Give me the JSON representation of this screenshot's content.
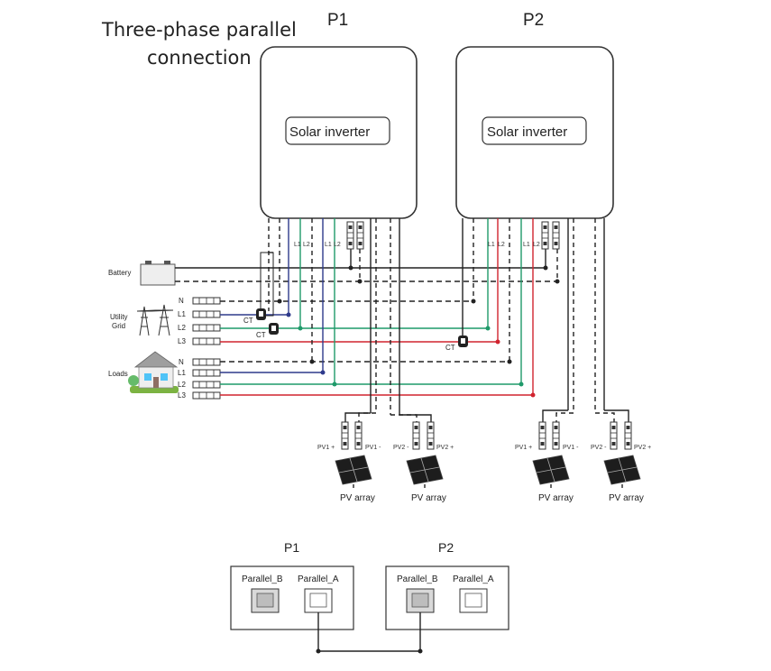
{
  "title_line1": "Three-phase parallel",
  "title_line2": "connection",
  "inverters": [
    {
      "heading": "P1",
      "label": "Solar inverter"
    },
    {
      "heading": "P2",
      "label": "Solar inverter"
    }
  ],
  "inverter_terminal_labels": [
    "L1",
    "L2",
    "L1",
    "L2"
  ],
  "left_devices": {
    "battery": "Battery",
    "utility_grid_line1": "Utility",
    "utility_grid_line2": "Grid",
    "loads": "Loads"
  },
  "grid_terminals": [
    "N",
    "L1",
    "L2",
    "L3"
  ],
  "load_terminals": [
    "N",
    "L1",
    "L2",
    "L3"
  ],
  "ct_label": "CT",
  "pv_terminals": [
    "PV1 +",
    "PV1 -",
    "PV2 -",
    "PV2 +"
  ],
  "pv_array_label": "PV array",
  "parallel_ports": {
    "units": [
      "P1",
      "P2"
    ],
    "port_b": "Parallel_B",
    "port_a": "Parallel_A"
  },
  "colors": {
    "neutral": "#222222",
    "L1": "#2e3a8c",
    "L2": "#1f9a6a",
    "L3": "#d1242f",
    "battery_wire": "#222222"
  }
}
